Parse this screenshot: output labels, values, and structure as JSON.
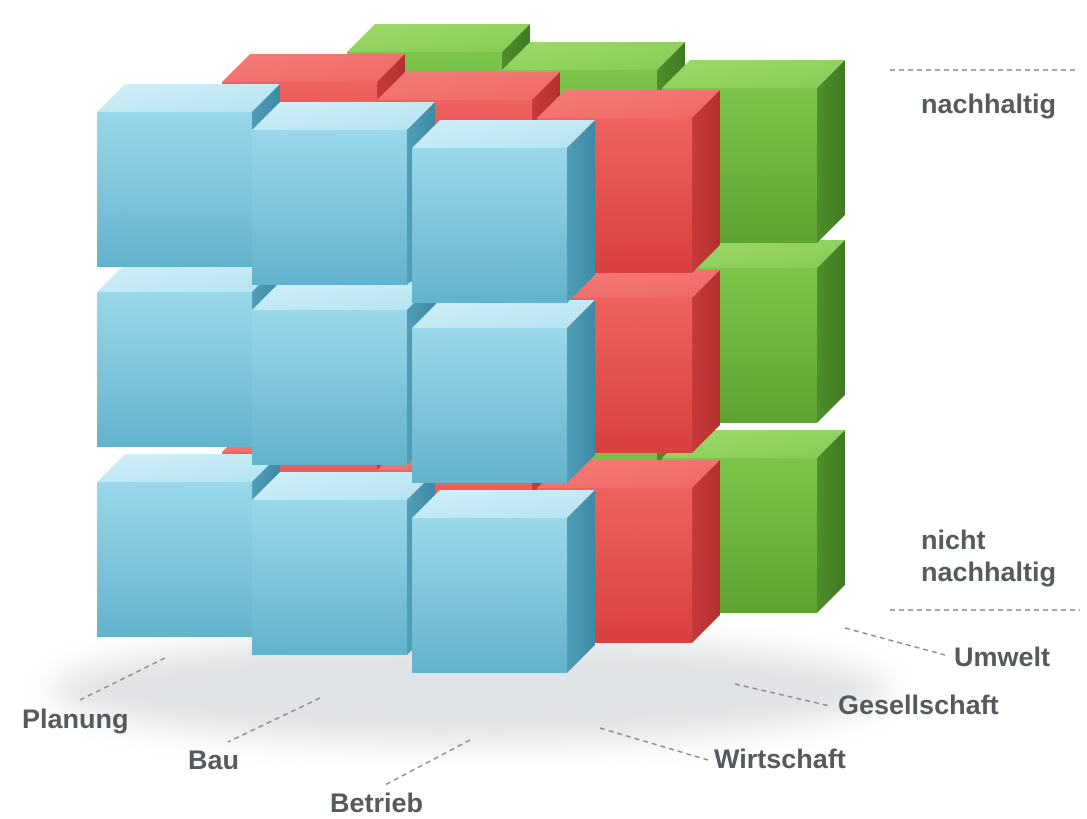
{
  "diagram": {
    "levels": {
      "top": "nachhaltig",
      "bottom_line1": "nicht",
      "bottom_line2": "nachhaltig"
    },
    "dimensions": [
      "Umwelt",
      "Gesellschaft",
      "Wirtschaft"
    ],
    "phases": [
      "Planung",
      "Bau",
      "Betrieb"
    ],
    "colors": {
      "wirtschaft": "#7ec8dc",
      "gesellschaft": "#e5514f",
      "umwelt": "#6fb83e",
      "label_text": "#555a5e",
      "leader_line": "#8a8a8a"
    }
  }
}
